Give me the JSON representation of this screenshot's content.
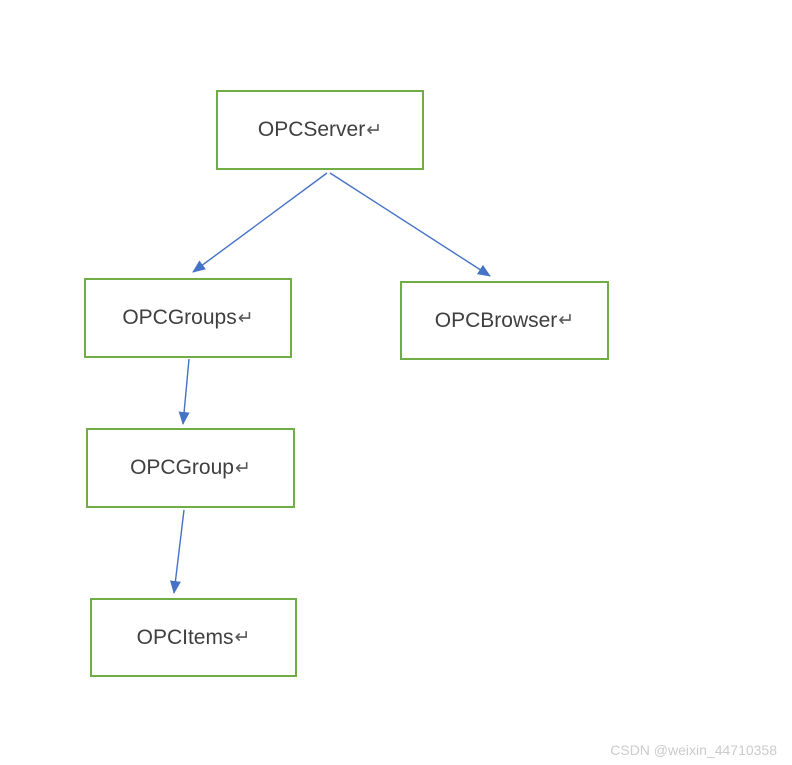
{
  "diagram": {
    "type": "tree",
    "return_mark": "↵",
    "nodes": [
      {
        "id": "opcserver",
        "label": "OPCServer"
      },
      {
        "id": "opcgroups",
        "label": "OPCGroups"
      },
      {
        "id": "opcbrowser",
        "label": "OPCBrowser"
      },
      {
        "id": "opcgroup",
        "label": "OPCGroup"
      },
      {
        "id": "opcitems",
        "label": "OPCItems"
      }
    ],
    "edges": [
      {
        "from": "OPCServer",
        "to": "OPCGroups"
      },
      {
        "from": "OPCServer",
        "to": "OPCBrowser"
      },
      {
        "from": "OPCGroups",
        "to": "OPCGroup"
      },
      {
        "from": "OPCGroup",
        "to": "OPCItems"
      }
    ]
  },
  "colors": {
    "background": "#FFFFFF",
    "box_border": "#70AD47",
    "arrow": "#4472C4",
    "text": "#3F3F3F",
    "watermark": "#CBCBCB"
  },
  "watermark": {
    "text": "CSDN @weixin_44710358"
  }
}
